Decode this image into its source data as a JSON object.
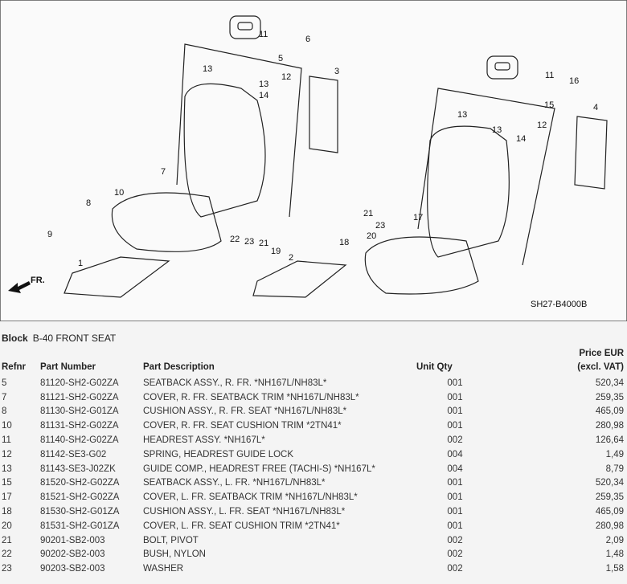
{
  "diagram": {
    "code": "SH27-B4000B",
    "direction_label": "FR.",
    "left_callouts": [
      "11",
      "6",
      "5",
      "3",
      "13",
      "12",
      "13",
      "14",
      "7",
      "10",
      "8",
      "9",
      "22",
      "23",
      "21",
      "1"
    ],
    "right_callouts": [
      "11",
      "16",
      "15",
      "4",
      "13",
      "12",
      "13",
      "14",
      "21",
      "17",
      "23",
      "20",
      "19",
      "18",
      "2"
    ]
  },
  "block": {
    "label": "Block",
    "name": "B-40 FRONT SEAT"
  },
  "table": {
    "headers": {
      "refnr": "Refnr",
      "part_number": "Part Number",
      "description": "Part Description",
      "qty": "Unit Qty",
      "price_line1": "Price EUR",
      "price_line2": "(excl. VAT)"
    },
    "rows": [
      {
        "ref": "5",
        "pn": "81120-SH2-G02ZA",
        "desc": "SEATBACK ASSY., R. FR. *NH167L/NH83L*",
        "qty": "001",
        "price": "520,34"
      },
      {
        "ref": "7",
        "pn": "81121-SH2-G02ZA",
        "desc": "COVER, R. FR. SEATBACK TRIM *NH167L/NH83L*",
        "qty": "001",
        "price": "259,35"
      },
      {
        "ref": "8",
        "pn": "81130-SH2-G01ZA",
        "desc": "CUSHION ASSY., R. FR. SEAT *NH167L/NH83L*",
        "qty": "001",
        "price": "465,09"
      },
      {
        "ref": "10",
        "pn": "81131-SH2-G02ZA",
        "desc": "COVER, R. FR. SEAT CUSHION TRIM *2TN41*",
        "qty": "001",
        "price": "280,98"
      },
      {
        "ref": "11",
        "pn": "81140-SH2-G02ZA",
        "desc": "HEADREST ASSY. *NH167L*",
        "qty": "002",
        "price": "126,64"
      },
      {
        "ref": "12",
        "pn": "81142-SE3-G02",
        "desc": "SPRING, HEADREST GUIDE LOCK",
        "qty": "004",
        "price": "1,49"
      },
      {
        "ref": "13",
        "pn": "81143-SE3-J02ZK",
        "desc": "GUIDE COMP., HEADREST FREE (TACHI-S) *NH167L*",
        "qty": "004",
        "price": "8,79"
      },
      {
        "ref": "15",
        "pn": "81520-SH2-G02ZA",
        "desc": "SEATBACK ASSY., L. FR. *NH167L/NH83L*",
        "qty": "001",
        "price": "520,34"
      },
      {
        "ref": "17",
        "pn": "81521-SH2-G02ZA",
        "desc": "COVER, L. FR. SEATBACK TRIM *NH167L/NH83L*",
        "qty": "001",
        "price": "259,35"
      },
      {
        "ref": "18",
        "pn": "81530-SH2-G01ZA",
        "desc": "CUSHION ASSY., L. FR. SEAT *NH167L/NH83L*",
        "qty": "001",
        "price": "465,09"
      },
      {
        "ref": "20",
        "pn": "81531-SH2-G01ZA",
        "desc": "COVER, L. FR. SEAT CUSHION TRIM *2TN41*",
        "qty": "001",
        "price": "280,98"
      },
      {
        "ref": "21",
        "pn": "90201-SB2-003",
        "desc": "BOLT, PIVOT",
        "qty": "002",
        "price": "2,09"
      },
      {
        "ref": "22",
        "pn": "90202-SB2-003",
        "desc": "BUSH, NYLON",
        "qty": "002",
        "price": "1,48"
      },
      {
        "ref": "23",
        "pn": "90203-SB2-003",
        "desc": "WASHER",
        "qty": "002",
        "price": "1,58"
      }
    ]
  }
}
